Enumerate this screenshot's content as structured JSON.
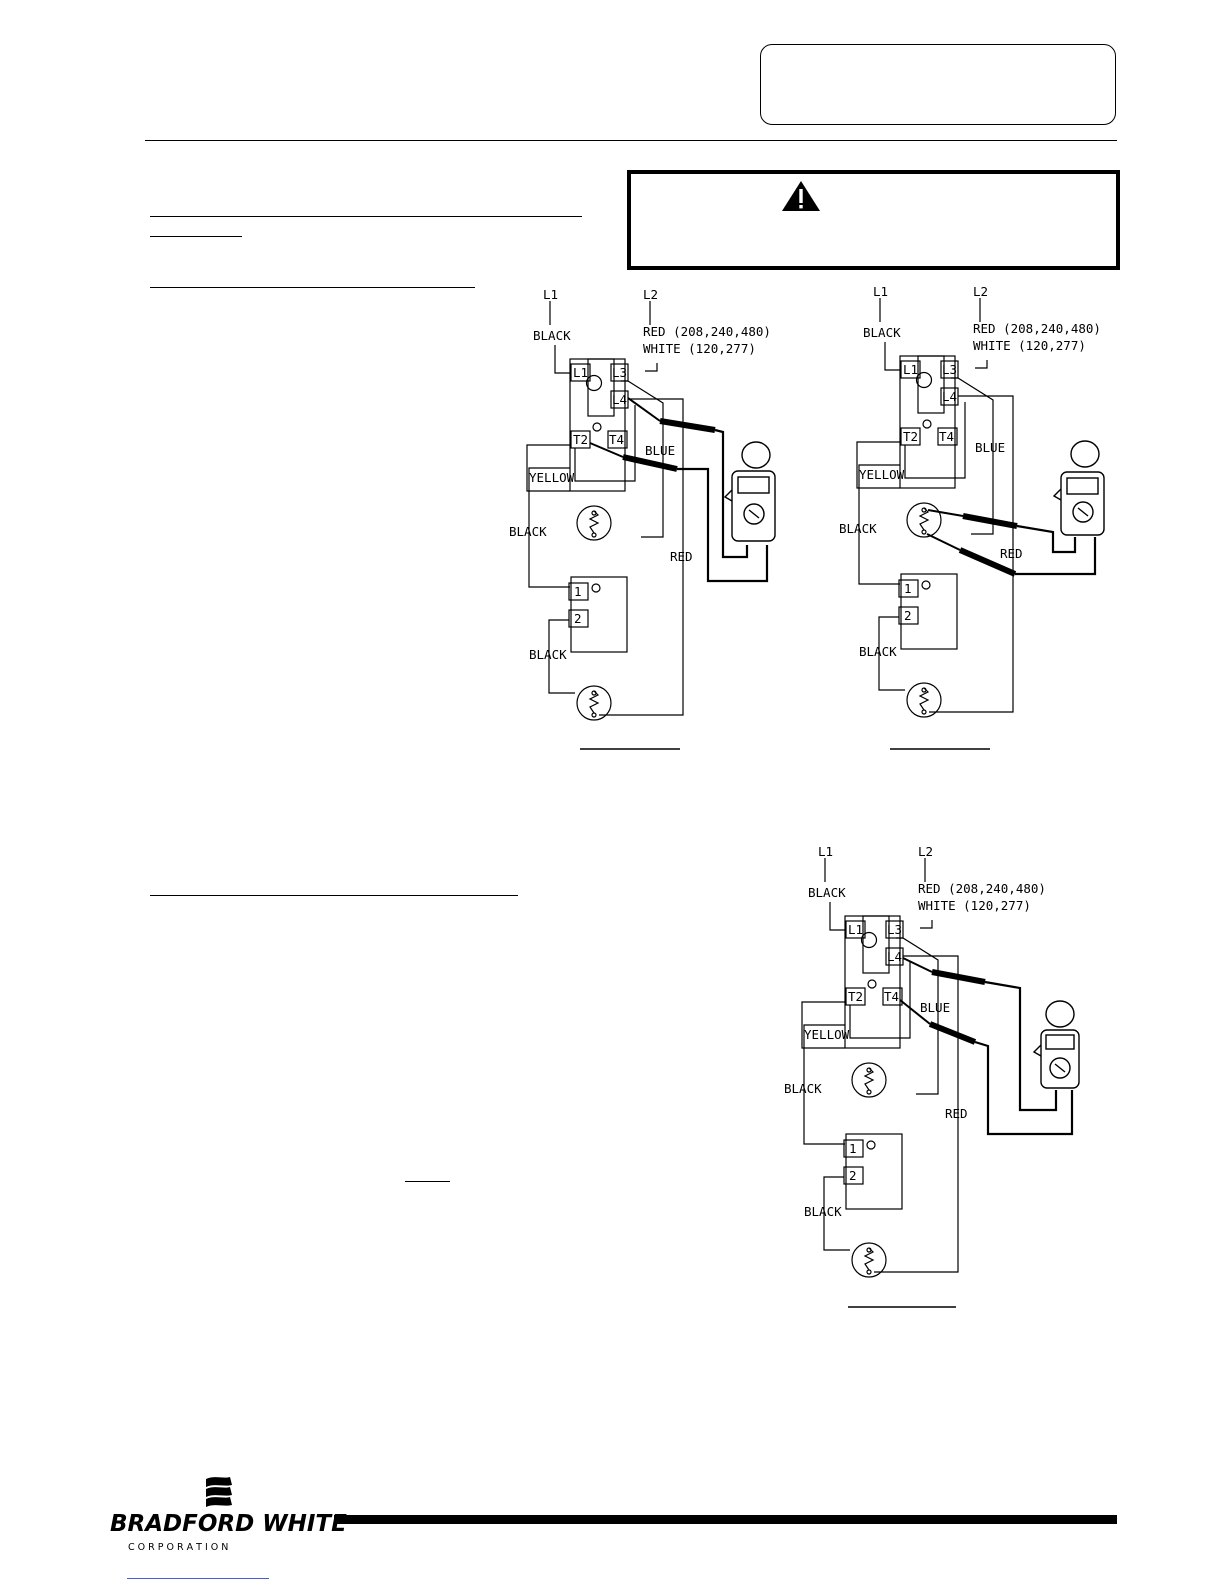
{
  "page": {
    "header_box": "",
    "warning": {
      "icon": "warning-triangle-icon",
      "text": ""
    }
  },
  "diagram_labels": {
    "l1": "L1",
    "l2": "L2",
    "black": "BLACK",
    "red_volts": "RED (208,240,480)",
    "white_volts": "WHITE (120,277)",
    "t_l1": "L1",
    "t_l3": "L3",
    "t_l4": "L4",
    "t_t2": "T2",
    "t_t4": "T4",
    "blue": "BLUE",
    "yellow": "YELLOW",
    "red": "RED",
    "t_1": "1",
    "t_2": "2"
  },
  "logo": {
    "name": "BRADFORD WHITE",
    "sub": "C O R P O R A T I O N"
  }
}
